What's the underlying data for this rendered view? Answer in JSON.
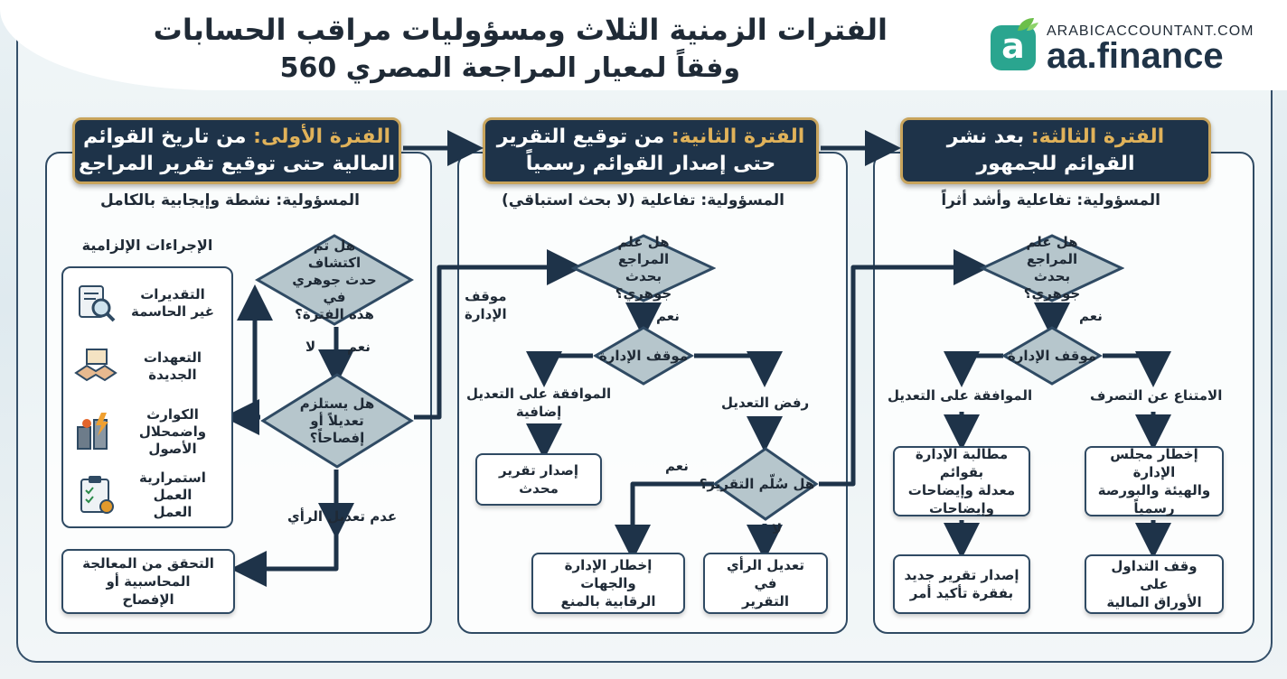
{
  "header": {
    "title_line1": "الفترات الزمنية الثلاث ومسؤوليات مراقب الحسابات",
    "title_line2": "وفقاً لمعيار المراجعة المصري 560",
    "site": "ARABICACCOUNTANT.COM",
    "brand": "aa.finance",
    "logo_letter": "a"
  },
  "colors": {
    "navy": "#1e3349",
    "gold": "#c8a45c",
    "diamond_fill": "#b6c6cc",
    "arrow": "#1e3349",
    "teal": "#2aa58f"
  },
  "periods": [
    {
      "name": "الفترة الأولى:",
      "title_rest": "من تاريخ القوائم",
      "title_line2": "المالية حتى توقيع تقرير المراجع",
      "responsibility": "المسؤولية: نشطة وإيجابية بالكامل"
    },
    {
      "name": "الفترة الثانية:",
      "title_rest": "من توقيع التقرير",
      "title_line2": "حتى إصدار القوائم رسمياً",
      "responsibility": "المسؤولية: تفاعلية (لا بحث استباقي)"
    },
    {
      "name": "الفترة الثالثة:",
      "title_rest": "بعد نشر",
      "title_line2": "القوائم للجمهور",
      "responsibility": "المسؤولية: تفاعلية وأشد أثراً"
    }
  ],
  "p1": {
    "procedures_title": "الإجراءات الإلزامية",
    "procedures": [
      {
        "label": "التقديرات\nغير الحاسمة",
        "icon": "magnifier-document-icon"
      },
      {
        "label": "التعهدات\nالجديدة",
        "icon": "handshake-icon"
      },
      {
        "label": "الكوارث\nواضمحلال\nالأصول",
        "icon": "disaster-icon"
      },
      {
        "label": "استمرارية العمل\nالعمل",
        "icon": "clipboard-check-icon"
      }
    ],
    "decision1": "هل تم اكتشاف\nحدث جوهري في\nهذه الفترة؟",
    "no": "لا",
    "yes": "نعم",
    "decision2": "هل يستلزم\nتعديلاً أو\nإفصاحاً؟",
    "no_modification": "عدم تعديل الرأي",
    "verify": "التحقق من المعالجة\nالمحاسبية أو\nالإفصاح"
  },
  "p2": {
    "decision1": "هل علم المراجع\nبحدث جوهري؟",
    "mgmt_label": "موقف\nالإدارة",
    "yes": "نعم",
    "decision2": "موقف الإدارة",
    "agree": "الموافقة على التعديل\nإضافية",
    "refuse": "رفض التعديل",
    "issue_updated": "إصدار تقرير\nمحدث",
    "decision3": "هل سُلّم التقرير؟",
    "yes2": "نعم",
    "no2": "لا",
    "notify": "إخطار الإدارة والجهات\nالرقابية بالمنع",
    "modify_opinion": "تعديل الرأي في\nالتقرير"
  },
  "p3": {
    "decision1": "هل علم المراجع\nبحدث جوهري؟",
    "yes": "نعم",
    "decision2": "موقف الإدارة",
    "agree": "الموافقة على التعديل",
    "refrain": "الامتناع عن التصرف",
    "demand": "مطالبة الإدارة بقوائم\nمعدلة وإيضاحات\nوإيضاحات",
    "notify_board": "إخطار مجلس الإدارة\nوالهيئة والبورصة\nرسمياً",
    "new_report": "إصدار تقرير جديد\nبفقرة تأكيد أمر",
    "stop_trading": "وقف التداول على\nالأوراق المالية"
  }
}
